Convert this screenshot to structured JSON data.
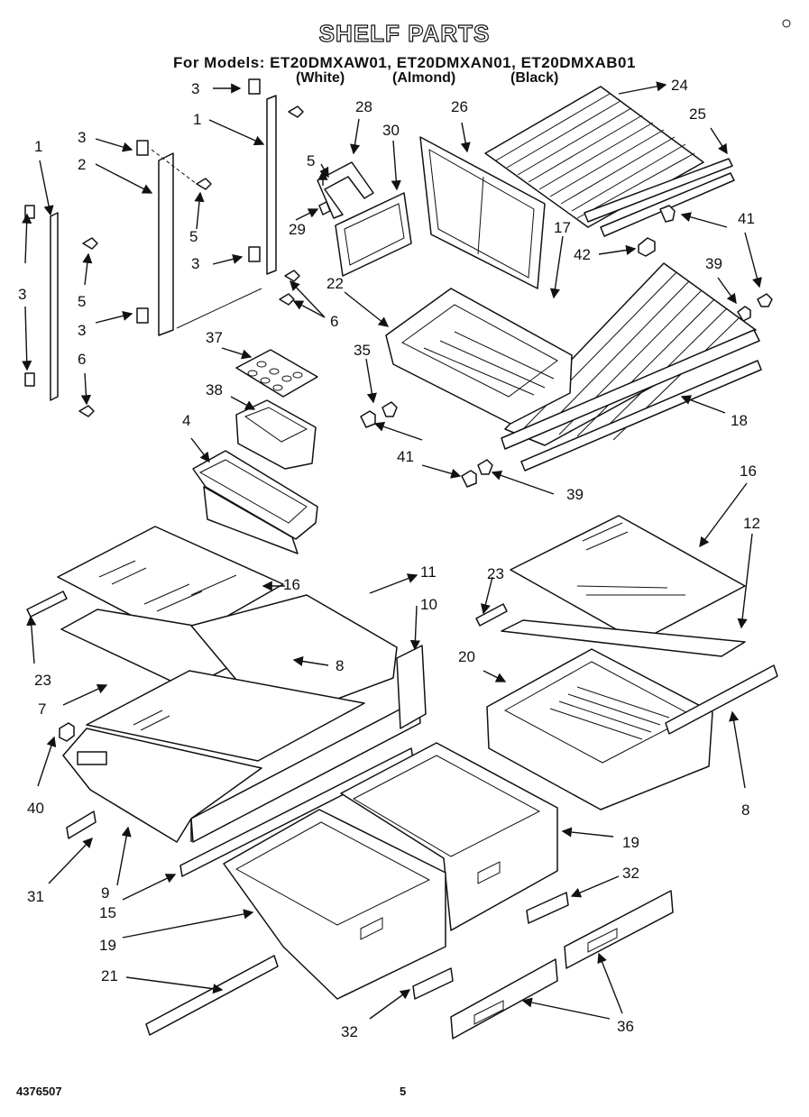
{
  "header": {
    "title": "SHELF PARTS",
    "models_line": "For Models: ET20DMXAW01, ET20DMXAN01, ET20DMXAB01",
    "colors": [
      "(White)",
      "(Almond)",
      "(Black)"
    ]
  },
  "footer": {
    "doc_number": "4376507",
    "page_number": "5"
  },
  "callouts": {
    "c1": "1",
    "c2": "2",
    "c3": "3",
    "c4": "4",
    "c5": "5",
    "c6": "6",
    "c7": "7",
    "c8": "8",
    "c9": "9",
    "c10": "10",
    "c11": "11",
    "c12": "12",
    "c15": "15",
    "c16": "16",
    "c17": "17",
    "c18": "18",
    "c19": "19",
    "c20": "20",
    "c21": "21",
    "c22": "22",
    "c23": "23",
    "c24": "24",
    "c25": "25",
    "c26": "26",
    "c28": "28",
    "c29": "29",
    "c30": "30",
    "c31": "31",
    "c32": "32",
    "c35": "35",
    "c36": "36",
    "c37": "37",
    "c38": "38",
    "c39": "39",
    "c40": "40",
    "c41": "41",
    "c42": "42"
  }
}
